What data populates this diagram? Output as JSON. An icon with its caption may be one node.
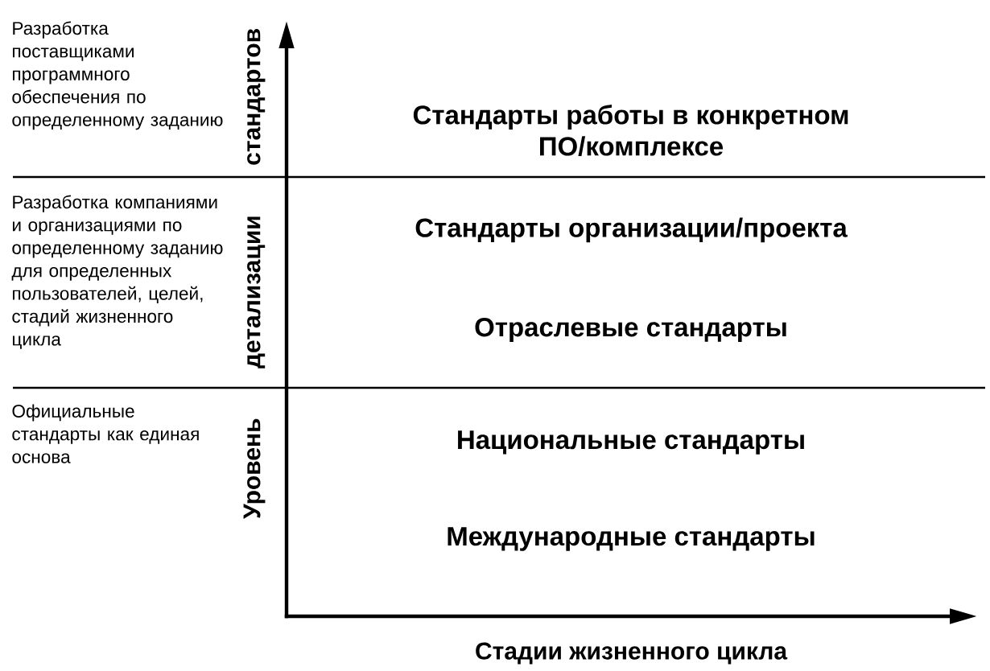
{
  "diagram": {
    "labels": [
      "Разработка поставщиками программного обеспечения по определенному заданию",
      "Уровень детализации стандартов",
      "Стандарты работы в конкретном ПО/комплексе",
      "Разработка компаниями и организациями по определенному заданию для определенных пользователей, целей, стадий жизненного цикла",
      "Стандарты организации/проекта",
      "Отраслевые стандарты",
      "Официальные стандарты как единая основа",
      "Национальные стандарты",
      "Международные стандарты",
      "Стадии жизненного цикла"
    ]
  }
}
